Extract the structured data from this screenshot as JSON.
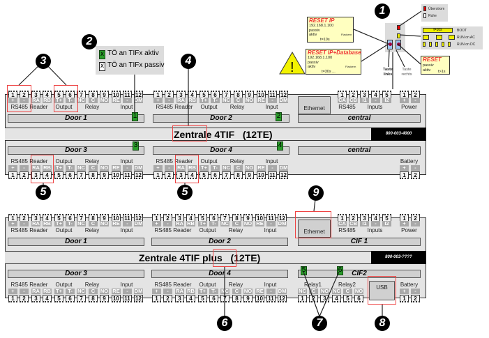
{
  "door_module": {
    "terminals": [
      "1",
      "2",
      "3",
      "4",
      "5",
      "6",
      "7",
      "8",
      "9",
      "10",
      "11",
      "12"
    ],
    "pins": [
      "+",
      "-",
      "RA",
      "RB",
      "T+",
      "T-",
      "NC",
      "C",
      "NO",
      "RE",
      "-",
      "DM"
    ],
    "groups": [
      {
        "label": "RS485 Reader",
        "from": 0,
        "to": 3
      },
      {
        "label": "Output",
        "from": 4,
        "to": 5
      },
      {
        "label": "Relay",
        "from": 6,
        "to": 8
      },
      {
        "label": "Input",
        "from": 9,
        "to": 11
      }
    ]
  },
  "central_top": {
    "ethernet": "Ethernet",
    "terminals": [
      "1",
      "2",
      "3",
      "4",
      "5"
    ],
    "pins": [
      "CA",
      "CB",
      "I1",
      "-",
      "I2"
    ],
    "groups": [
      {
        "label": "RS485",
        "from": 0,
        "to": 1
      },
      {
        "label": "Inputs",
        "from": 2,
        "to": 4
      }
    ],
    "power": {
      "terminals": [
        "1",
        "2"
      ],
      "pins": [
        "+",
        "-"
      ],
      "label": "Power"
    }
  },
  "battery": {
    "terminals": [
      "1",
      "2"
    ],
    "pins": [
      "+",
      "-"
    ],
    "label": "Battery"
  },
  "boards": [
    {
      "doors": [
        "Door 1",
        "Door 2",
        "Door 3",
        "Door 4"
      ],
      "central_top_label": "central",
      "central_bottom_label": "central",
      "title_name": "Zentrale",
      "title_model": "4TIF",
      "title_size": "(12TE)",
      "article": "800-003-4000",
      "markers": [
        "1",
        "2",
        "3",
        "4"
      ]
    },
    {
      "doors": [
        "Door 1",
        "Door 2",
        "Door 3",
        "Door 4"
      ],
      "central_top_label": "CIF 1",
      "central_bottom_label": "CIF2",
      "title_name": "Zentrale 4TIF",
      "title_model": "plus",
      "title_size": "(12TE)",
      "article": "800-003-????",
      "markers": [
        "5",
        "6"
      ],
      "cif2": {
        "terminals": [
          "1",
          "2",
          "3",
          "4",
          "5",
          "6"
        ],
        "pins": [
          "NC",
          "C",
          "NO",
          "NC",
          "C",
          "NO"
        ],
        "groups": [
          {
            "label": "Relay1",
            "from": 0,
            "to": 2
          },
          {
            "label": "Relay2",
            "from": 3,
            "to": 5
          }
        ],
        "usb": "USB"
      }
    }
  ],
  "legend_to": {
    "active": "TÖ an TIFx aktiv",
    "passive": "TÖ an TIFx passiv",
    "mark": "x",
    "active_color": "#2a9d2a"
  },
  "reset_ip": {
    "title": "RESET IP",
    "ip": "192.168.1.100",
    "passive": "passiv",
    "active": "aktiv",
    "time": "t=10s",
    "flash": "Flackern"
  },
  "reset_ip_db": {
    "title": "RESET IP+Database",
    "ip": "192.168.1.100",
    "passive": "passiv",
    "active": "aktiv",
    "time": "t=30s ...",
    "flash": "Flackern"
  },
  "reset": {
    "title": "RESET",
    "passive": "passiv",
    "active": "aktiv",
    "time": "t>1s"
  },
  "led_legend": {
    "overcurrent": "Überstrom",
    "idle": "Ruhe"
  },
  "status_legend": {
    "boot_time": "t=10s",
    "boot": "BOOT",
    "run_ac": "RUN on AC",
    "run_dc": "RUN on DC"
  },
  "buttons": {
    "left": "Taste links",
    "right": "Taste rechts"
  },
  "callouts": [
    "1",
    "2",
    "3",
    "4",
    "5",
    "5",
    "6",
    "7",
    "8",
    "9"
  ],
  "colors": {
    "highlight": "#ee4444",
    "marker": "#2a9d2a",
    "note_bg": "#ffffc0"
  }
}
